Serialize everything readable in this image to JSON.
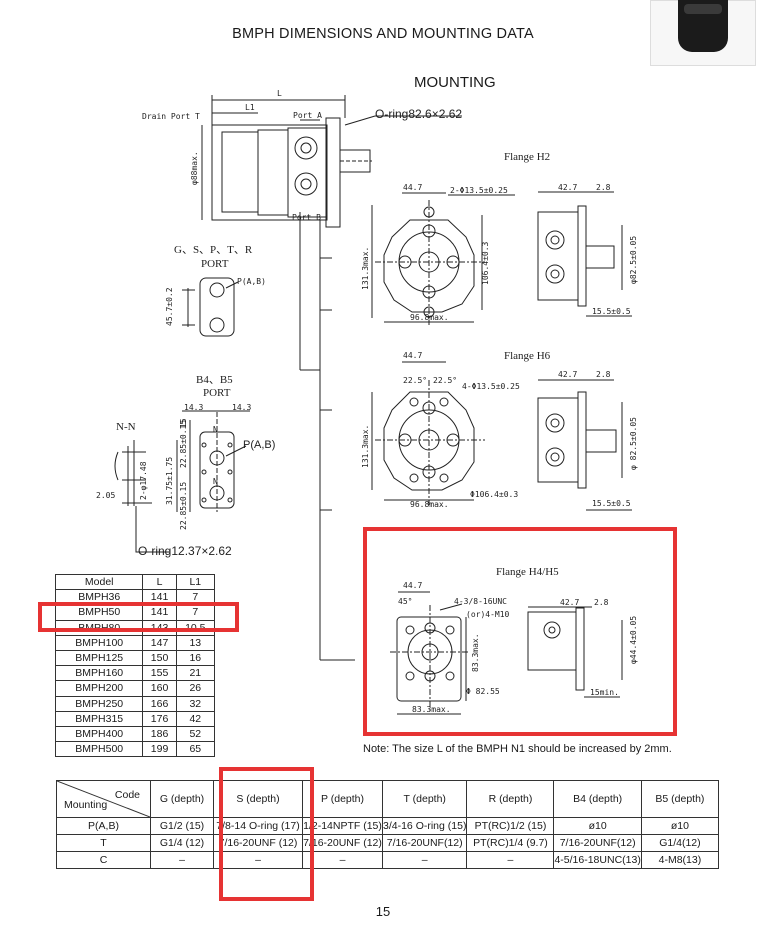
{
  "page": {
    "title": "BMPH DIMENSIONS AND  MOUNTING DATA",
    "subtitle": "MOUNTING",
    "page_number": "15",
    "note": "Note: The size L of the BMPH N1 should be increased by 2mm."
  },
  "drawing": {
    "side_view": {
      "drain_port": "Drain Port T",
      "port_a": "Port A",
      "port_b": "Port B",
      "oring": "O-ring82.6×2.62",
      "L": "L",
      "L1": "L1",
      "dia": "φ88max."
    },
    "gsptr": {
      "title1": "G、S、P、T、R",
      "title2": "PORT",
      "p_label": "P(A,B)",
      "dim": "45.7±0.2"
    },
    "b45": {
      "title1": "B4、B5",
      "title2": "PORT",
      "d1": "14.3",
      "d2": "14.3",
      "p_label": "P(A,B)",
      "n1": "N",
      "n2": "N",
      "v1": "22.85±0.15",
      "v2": "22.85±0.15",
      "v3": "31.75±1.75",
      "v4": "15"
    },
    "nn": {
      "title": "N-N",
      "d1": "2.05",
      "d2": "2-φ17.48",
      "oring": "O-ring12.37×2.62"
    },
    "h2": {
      "title": "Flange  H2",
      "d1": "44.7",
      "d2": "2-Φ13.5±0.25",
      "d3": "131.3max.",
      "d4": "106.4±0.3",
      "d5": "96.8max.",
      "d6": "42.7",
      "d7": "2.8",
      "d8": "φ82.5±0.05",
      "d9": "15.5±0.5"
    },
    "h6": {
      "title": "Flange  H6",
      "d1": "44.7",
      "d2": "22.5°",
      "d3": "22.5°",
      "d4": "4-Φ13.5±0.25",
      "d5": "131.3max.",
      "d6": "Φ106.4±0.3",
      "d7": "96.8max.",
      "d8": "42.7",
      "d9": "2.8",
      "d10": "φ 82.5±0.05",
      "d11": "15.5±0.5"
    },
    "h45": {
      "title": "Flange  H4/H5",
      "d1": "44.7",
      "d2": "45°",
      "d3": "4-3/8-16UNC",
      "d4": "(or)4-M10",
      "d5": "83.3max.",
      "d6": "Φ 82.55",
      "d7": "83.3max.",
      "d8": "42.7",
      "d9": "2.8",
      "d10": "φ44.4±0.05",
      "d11": "15min."
    }
  },
  "model_table": {
    "headers": [
      "Model",
      "L",
      "L1"
    ],
    "rows": [
      [
        "BMPH36",
        "141",
        "7"
      ],
      [
        "BMPH50",
        "141",
        "7"
      ],
      [
        "BMPH80",
        "143",
        "10.5"
      ],
      [
        "BMPH100",
        "147",
        "13"
      ],
      [
        "BMPH125",
        "150",
        "16"
      ],
      [
        "BMPH160",
        "155",
        "21"
      ],
      [
        "BMPH200",
        "160",
        "26"
      ],
      [
        "BMPH250",
        "166",
        "32"
      ],
      [
        "BMPH315",
        "176",
        "42"
      ],
      [
        "BMPH400",
        "186",
        "52"
      ],
      [
        "BMPH500",
        "199",
        "65"
      ]
    ]
  },
  "port_table": {
    "corner_code": "Code",
    "corner_mounting": "Mounting",
    "headers": [
      "G (depth)",
      "S (depth)",
      "P (depth)",
      "T (depth)",
      "R (depth)",
      "B4 (depth)",
      "B5 (depth)"
    ],
    "rows": [
      [
        "P(A,B)",
        "G1/2  (15)",
        "7/8-14 O-ring (17)",
        "1/2-14NPTF (15)",
        "3/4-16 O-ring (15)",
        "PT(RC)1/2  (15)",
        "ø10",
        "ø10"
      ],
      [
        "T",
        "G1/4  (12)",
        "7/16-20UNF  (12)",
        "7/16-20UNF  (12)",
        "7/16-20UNF(12)",
        "PT(RC)1/4   (9.7)",
        "7/16-20UNF(12)",
        "G1/4(12)"
      ],
      [
        "C",
        "–",
        "–",
        "–",
        "–",
        "–",
        "4-5/16-18UNC(13)",
        "4-M8(13)"
      ]
    ]
  },
  "colors": {
    "highlight": "#e63333",
    "line": "#222222"
  }
}
